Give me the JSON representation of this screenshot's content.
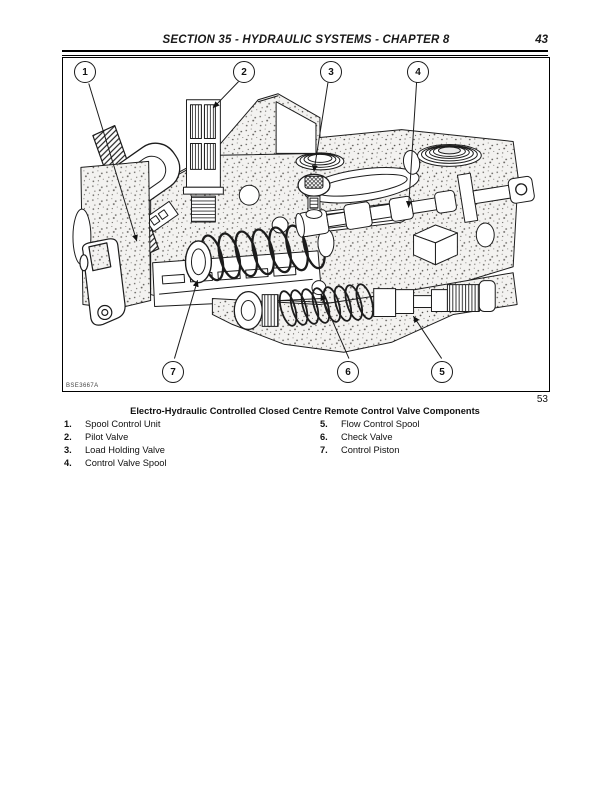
{
  "colors": {
    "ink": "#1a1a1a",
    "paper": "#ffffff"
  },
  "page": {
    "header": {
      "title": "SECTION 35 - HYDRAULIC SYSTEMS - CHAPTER 8",
      "page_number": "43"
    },
    "figure": {
      "number": "53",
      "image_code": "BSE3667A",
      "caption": "Electro-Hydraulic Controlled Closed Centre Remote Control Valve Components",
      "callouts": [
        {
          "label": "1"
        },
        {
          "label": "2"
        },
        {
          "label": "3"
        },
        {
          "label": "4"
        },
        {
          "label": "5"
        },
        {
          "label": "6"
        },
        {
          "label": "7"
        }
      ],
      "legend": {
        "left": [
          {
            "num": "1.",
            "label": "Spool Control Unit"
          },
          {
            "num": "2.",
            "label": "Pilot Valve"
          },
          {
            "num": "3.",
            "label": "Load Holding Valve"
          },
          {
            "num": "4.",
            "label": "Control Valve Spool"
          }
        ],
        "right": [
          {
            "num": "5.",
            "label": "Flow Control Spool"
          },
          {
            "num": "6.",
            "label": "Check Valve"
          },
          {
            "num": "7.",
            "label": "Control Piston"
          }
        ]
      }
    }
  }
}
